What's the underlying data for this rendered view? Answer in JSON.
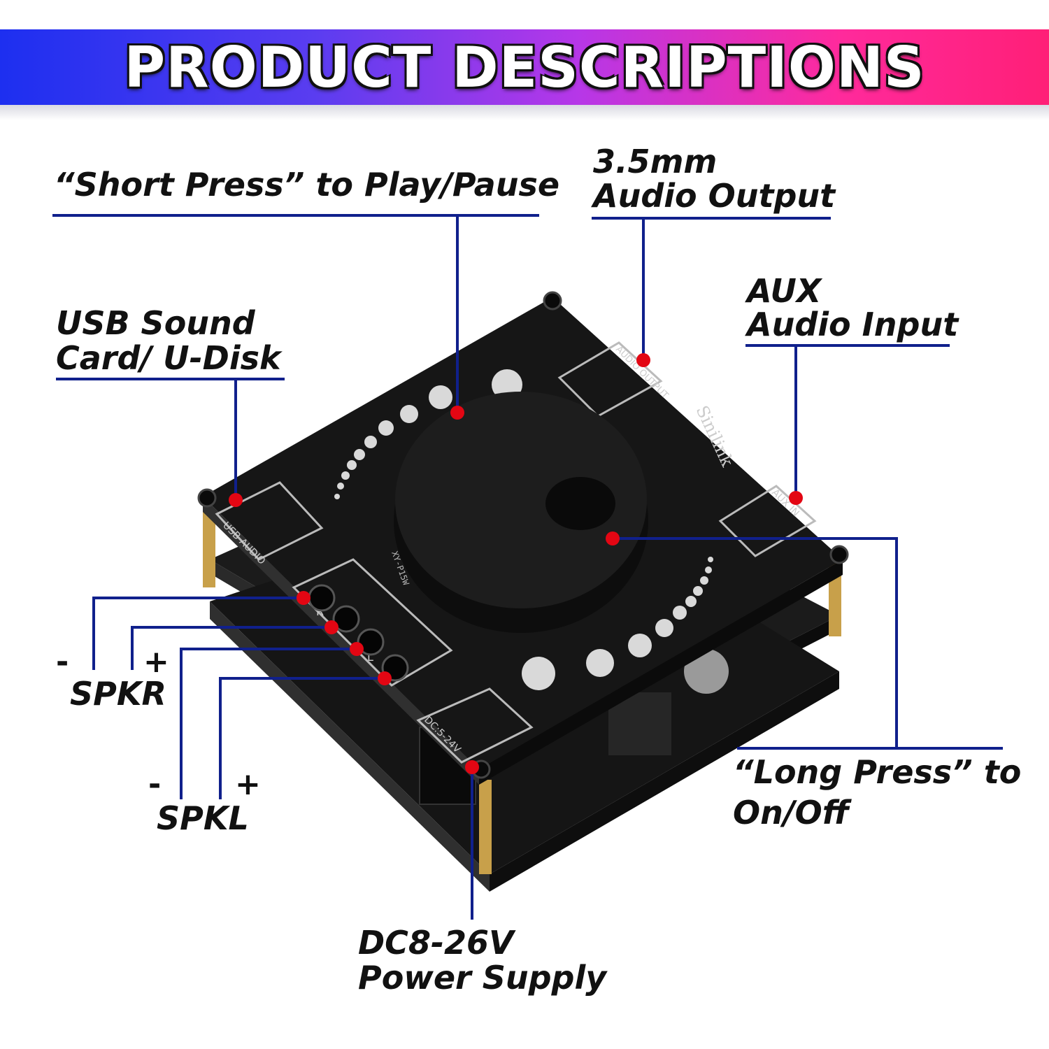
{
  "banner": {
    "title": "PRODUCT DESCRIPTIONS"
  },
  "callouts": {
    "short_press": "“Short Press” to Play/Pause",
    "audio_output_line1": "3.5mm",
    "audio_output_line2": "Audio Output",
    "aux_line1": "AUX",
    "aux_line2": "Audio Input",
    "usb_line1": "USB Sound",
    "usb_line2": "Card/ U-Disk",
    "spkr_minus": "-",
    "spkr_plus": "+",
    "spkr": "SPKR",
    "spkl_minus": "-",
    "spkl_plus": "+",
    "spkl": "SPKL",
    "long_press_line1": "“Long Press” to",
    "long_press_line2": "On/Off",
    "power_line1": "DC8-26V",
    "power_line2": "Power Supply"
  },
  "board": {
    "brand": "Sinilink",
    "usb_label": "USB AUDIO",
    "audio_output_label": "AUDIO OUTPUT",
    "aux_label": "AUX IN",
    "dc_label": "DC:5-24V",
    "terminal_r": "R",
    "terminal_l": "L",
    "model": "XY-P15W"
  },
  "colors": {
    "line": "#10208c",
    "dot": "#e30613",
    "board": "#141414"
  }
}
